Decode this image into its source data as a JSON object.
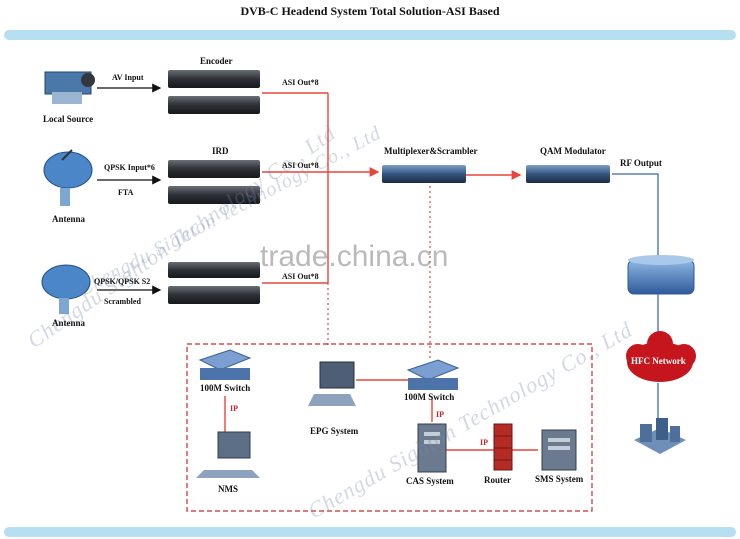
{
  "title": "DVB-C Headend System Total Solution-ASI Based",
  "sources": {
    "local_source": "Local Source",
    "antenna1": "Antenna",
    "antenna2": "Antenna"
  },
  "devices": {
    "encoder": "Encoder",
    "ird": "IRD",
    "multiplexer": "Multiplexer&Scrambler",
    "qam": "QAM Modulator",
    "rf_output": "RF Output",
    "hfc": "HFC Network"
  },
  "links": {
    "av_input": "AV Input",
    "qpsk_input": "QPSK Input*6",
    "fta": "FTA",
    "qpsk_s2": "QPSK/QPSK S2",
    "scrambled": "Scrambled",
    "asi_out_8a": "ASI Out*8",
    "asi_out_8b": "ASI Out*8",
    "asi_out_8c": "ASI Out*8"
  },
  "network": {
    "switch1": "100M Switch",
    "switch2": "100M Switch",
    "ip1": "IP",
    "ip2": "IP",
    "ip3": "IP",
    "nms": "NMS",
    "epg": "EPG System",
    "cas": "CAS System",
    "router": "Router",
    "sms": "SMS System"
  },
  "watermarks": {
    "top": "Chengdu Sighton Technology Co., Ltd",
    "mid": "Chengdu Sighton Technology Co., Ltd",
    "bottom": "Chengdu Sighton Technology Co., Ltd",
    "center": "trade.china.cn"
  },
  "colors": {
    "accent_bar": "#b6dff2",
    "red_line": "#e8453c",
    "blue_line": "#5b7fbf",
    "dashed_box": "#cc2a2a"
  }
}
